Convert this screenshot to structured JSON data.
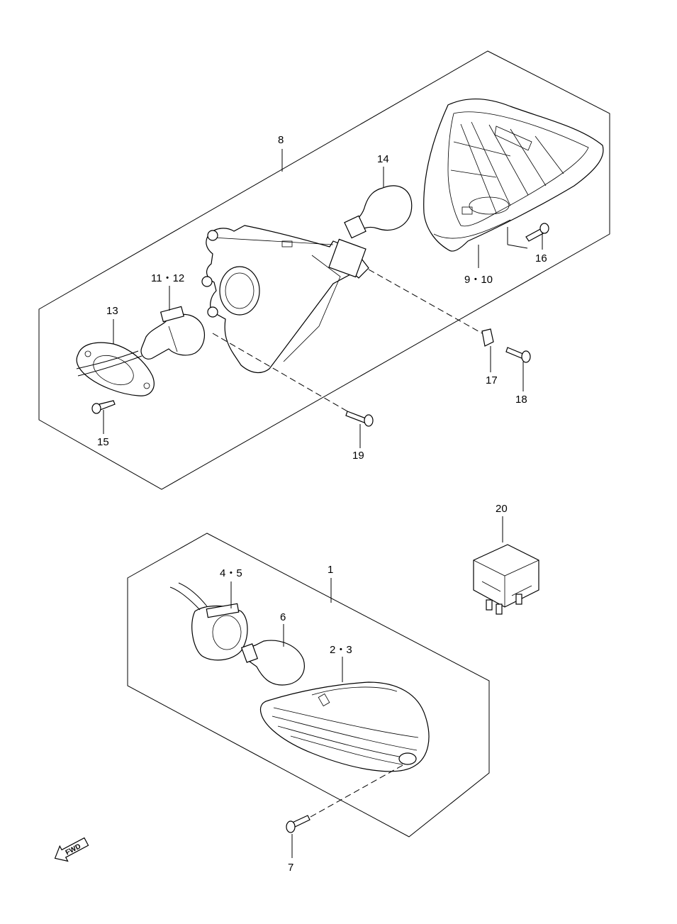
{
  "callouts": {
    "c8": "8",
    "c14": "14",
    "c11_12": "11・12",
    "c13": "13",
    "c15": "15",
    "c16": "16",
    "c9_10": "9・10",
    "c17": "17",
    "c18": "18",
    "c19": "19",
    "c20": "20",
    "c1": "1",
    "c4_5": "4・5",
    "c6": "6",
    "c2_3": "2・3",
    "c7": "7"
  },
  "fwd_label": "FWD"
}
